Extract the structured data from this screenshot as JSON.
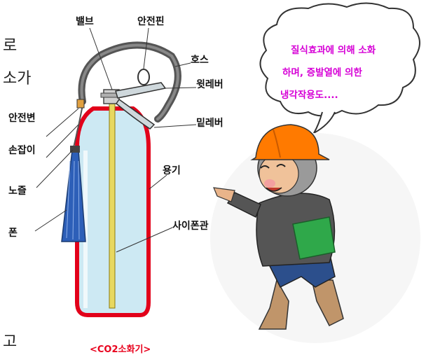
{
  "fragments": {
    "top_right_char": "로",
    "second_line": "소가",
    "bottom_line": "고"
  },
  "labels": {
    "valve": "밸브",
    "safety_pin": "안전핀",
    "hose": "호스",
    "upper_lever": "윗레버",
    "lower_lever": "밑레버",
    "safety_plug": "안전변",
    "handle": "손잡이",
    "nozzle": "노즐",
    "horn": "폰",
    "container": "용기",
    "siphon_tube": "사이폰관"
  },
  "caption": "<CO2소화기>",
  "speech_bubble": {
    "line1": "질식효과에 의해 소화",
    "line2": "하며, 증발열에 의한",
    "line3": "냉각작용도...."
  },
  "colors": {
    "cylinder_outline": "#e2001a",
    "cylinder_fill": "#cde9f3",
    "siphon_tube": "#e8d860",
    "horn": "#2d5fb8",
    "bubble_text": "#d600d6",
    "helmet": "#ff7a00",
    "caption": "#e8001c"
  }
}
